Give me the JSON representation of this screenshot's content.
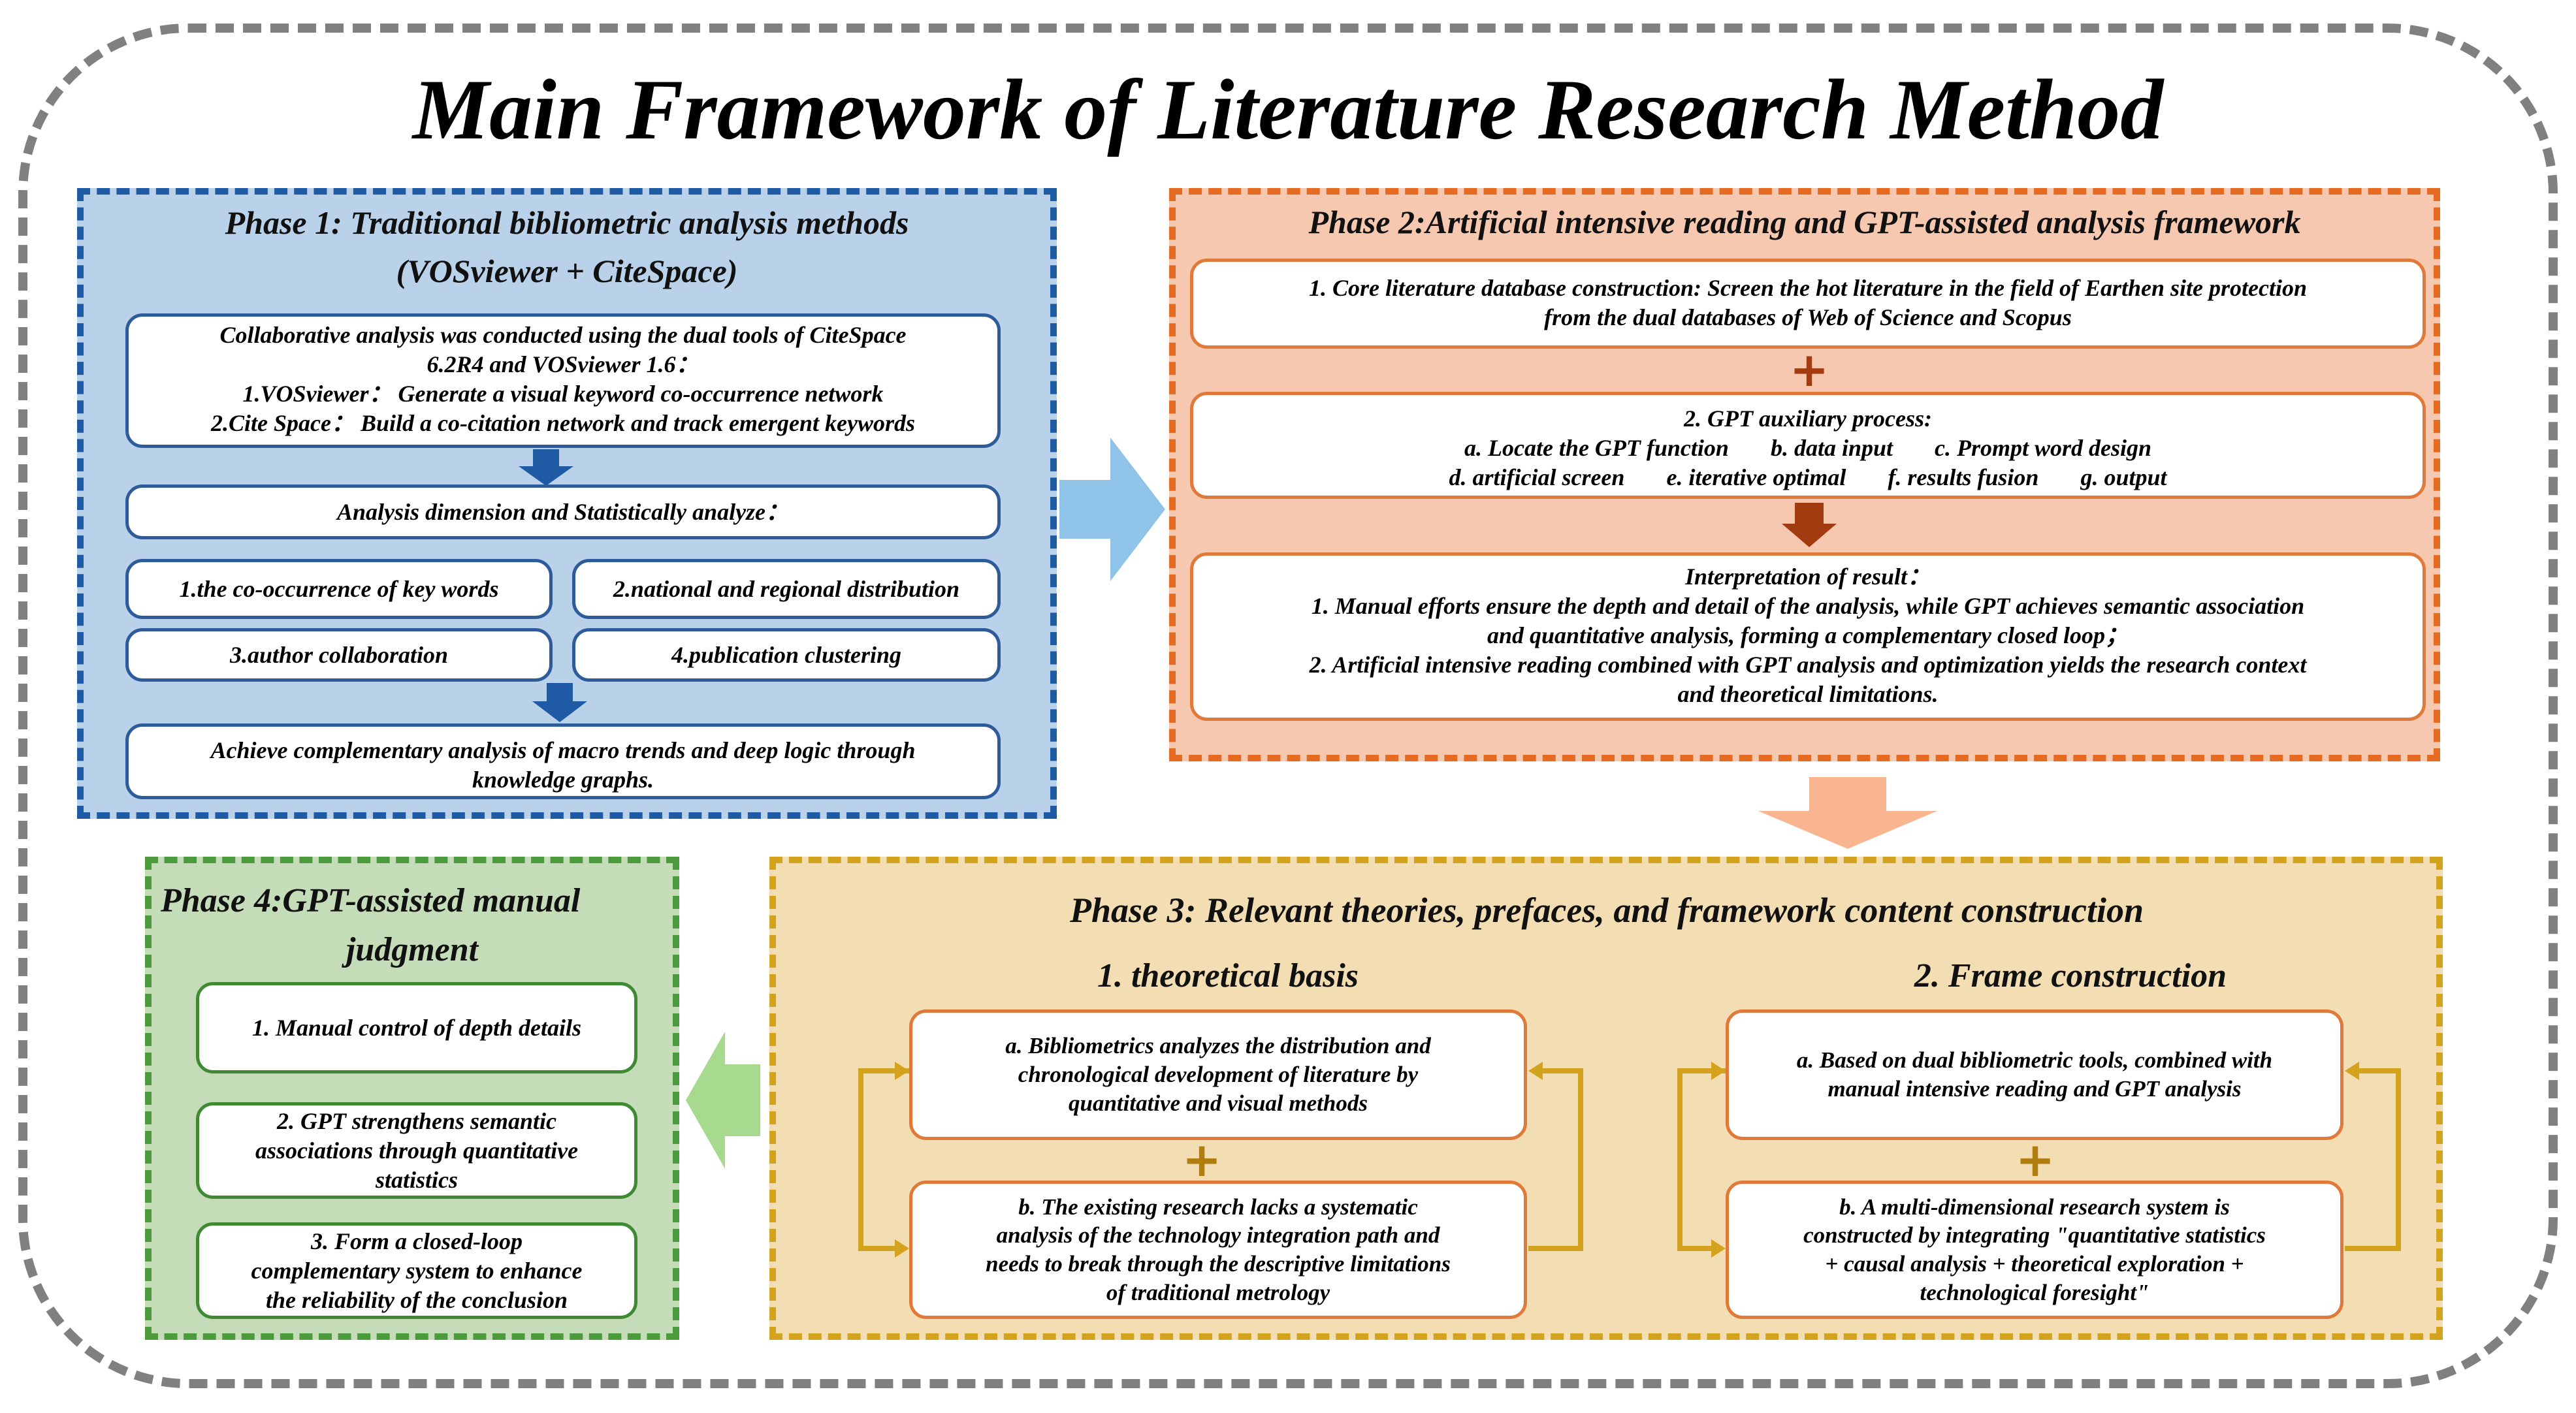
{
  "title": "Main Framework of Literature Research Method",
  "phase1": {
    "title_line1": "Phase 1: Traditional bibliometric analysis methods",
    "title_line2": "(VOSviewer + CiteSpace)",
    "intro": [
      "Collaborative analysis was conducted using the dual tools of CiteSpace",
      "6.2R4 and VOSviewer 1.6：",
      "1.VOSviewer：  Generate a visual keyword co-occurrence network",
      "2.Cite Space：  Build a co-citation network and track emergent keywords"
    ],
    "dimension": "Analysis dimension and Statistically analyze：",
    "items": [
      "1.the co-occurrence of key words",
      "2.national and regional distribution",
      "3.author collaboration",
      "4.publication clustering"
    ],
    "conclusion_line1": "Achieve complementary analysis of macro trends and deep logic through",
    "conclusion_line2": "knowledge graphs."
  },
  "phase2": {
    "title": "Phase 2:Artificial intensive reading and GPT-assisted analysis framework",
    "step1_line1": "1. Core literature database construction: Screen the hot literature in the field of Earthen site protection",
    "step1_line2": "from the dual databases of Web of Science and Scopus",
    "step2_title": "2. GPT auxiliary process:",
    "step2_row1": [
      "a. Locate the GPT function",
      "b. data input",
      "c. Prompt word design"
    ],
    "step2_row2": [
      "d. artificial screen",
      "e. iterative optimal",
      "f. results fusion",
      "g. output"
    ],
    "result_title": "Interpretation of result：",
    "result_lines": [
      "1. Manual efforts ensure the depth and detail of the analysis, while GPT achieves semantic association",
      "and quantitative analysis, forming a complementary closed loop；",
      "2. Artificial intensive reading combined with GPT analysis and optimization yields the research context",
      "and theoretical limitations."
    ]
  },
  "phase3": {
    "title": "Phase 3: Relevant theories, prefaces, and framework content construction",
    "left_heading": "1. theoretical basis",
    "right_heading": "2. Frame construction",
    "left_a": [
      "a. Bibliometrics analyzes the distribution and",
      "chronological development of literature by",
      "quantitative and visual methods"
    ],
    "left_b": [
      "b. The existing research lacks a systematic",
      "analysis of the technology integration path and",
      "needs to break through the descriptive limitations",
      "of traditional metrology"
    ],
    "right_a": [
      "a. Based on dual bibliometric tools, combined with",
      "manual intensive reading and GPT analysis"
    ],
    "right_b": [
      "b. A multi-dimensional research system is",
      "constructed by integrating \"quantitative statistics",
      "+ causal analysis + theoretical exploration +",
      "technological foresight\""
    ]
  },
  "phase4": {
    "title_line1": "Phase 4:GPT-assisted manual",
    "title_line2": "judgment",
    "item1": "1. Manual control of depth details",
    "item2": [
      "2. GPT strengthens semantic",
      "associations through quantitative",
      "statistics"
    ],
    "item3": [
      "3. Form a closed-loop",
      "complementary system to enhance",
      "the reliability of the conclusion"
    ]
  },
  "symbols": {
    "plus": "+"
  },
  "colors": {
    "phase1_fill": "#bad1ea",
    "phase1_border": "#1f5aa4",
    "phase2_fill": "#f6c8b0",
    "phase2_border": "#e66b22",
    "phase3_fill": "#f3ddb2",
    "phase3_border": "#d4a31e",
    "phase4_fill": "#c5dcb9",
    "phase4_border": "#4b9a3b",
    "arrow_blue": "#90c3e8",
    "arrow_orange": "#f8b58f",
    "arrow_green": "#a7da8e",
    "arrow_dark_blue": "#1f5aa4",
    "arrow_dark_red": "#a23b0f",
    "loop_gold": "#d4a31e"
  }
}
